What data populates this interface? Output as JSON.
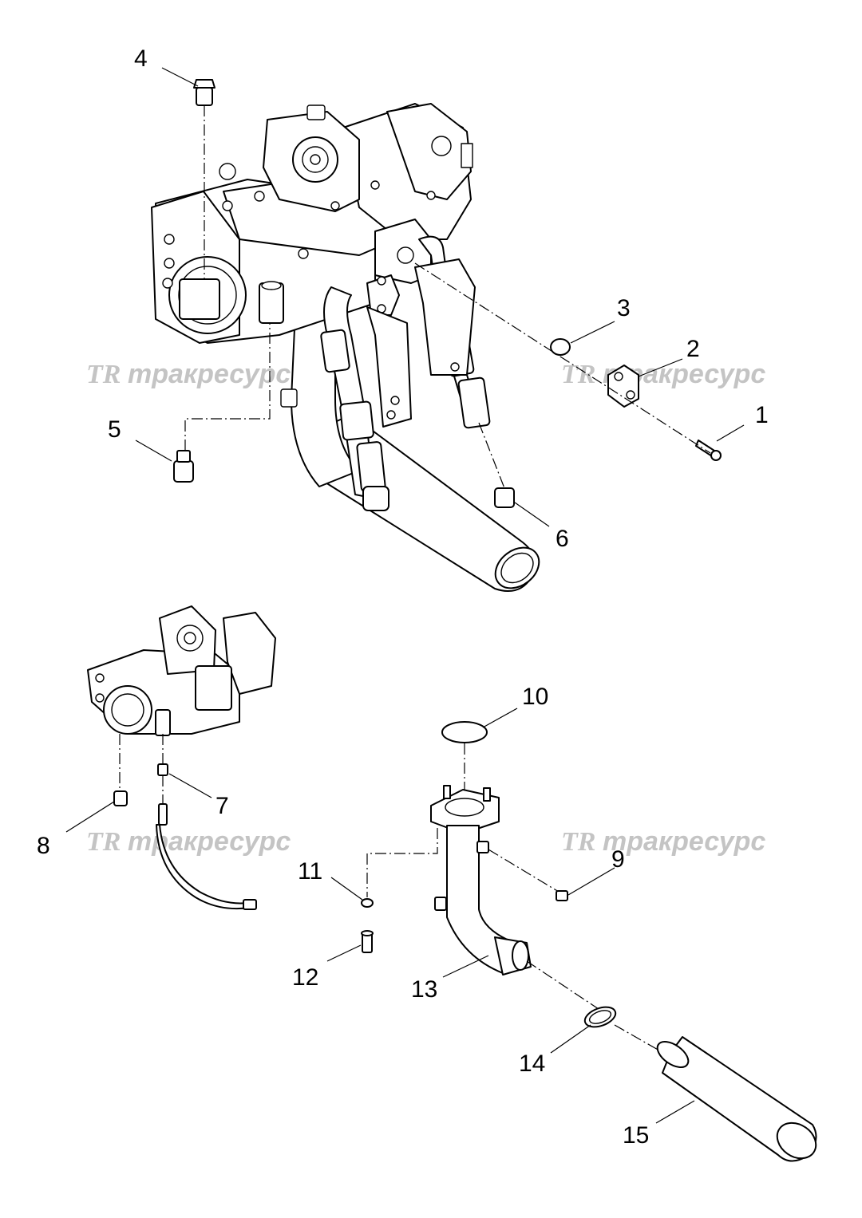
{
  "watermark": {
    "text": "тракресурс",
    "logo": "TR"
  },
  "callouts": [
    "1",
    "2",
    "3",
    "4",
    "5",
    "6",
    "7",
    "8",
    "9",
    "10",
    "11",
    "12",
    "13",
    "14",
    "15"
  ]
}
